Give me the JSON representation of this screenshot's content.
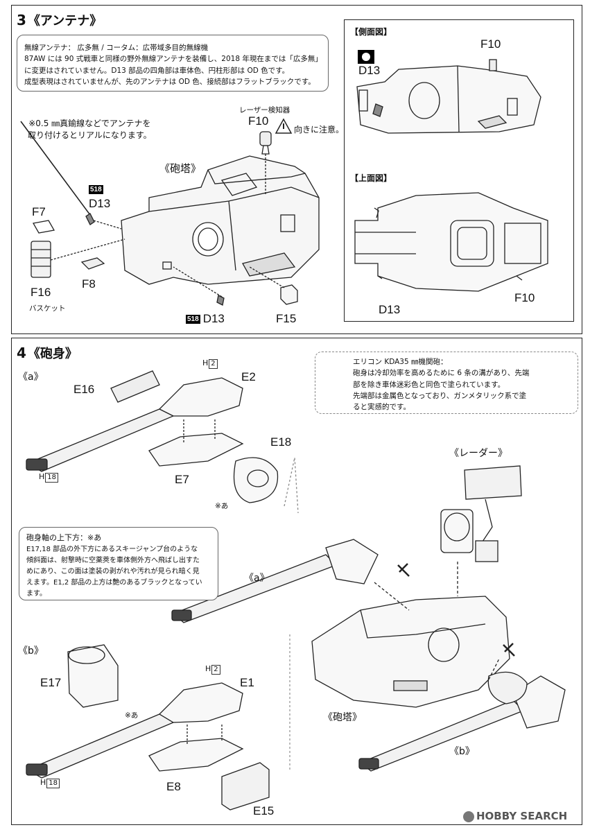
{
  "step3": {
    "number": "3",
    "title": "《アンテナ》",
    "note_lines": [
      "無線アンテナ：  広多無 / コータム：広帯域多目的無線機",
      "87AW には 90 式戦車と同様の野外無線アンテナを装備し、2018 年現在までは「広多無」",
      "に変更はされていません。D13 部品の四角部は車体色、円柱形部は OD 色です。",
      "成型表現はされていませんが、先のアンテナは OD 色、接続部はフラットブラックです。"
    ],
    "wire_note_lines": [
      "※0.5 ㎜真鍮線などでアンテナを",
      "取り付けるとリアルになります。"
    ],
    "turret_label": "《砲塔》",
    "laser_note": "レーザー検知器",
    "caution_text": "向きに注意。",
    "paint_code": "518",
    "parts": {
      "f10": "F10",
      "d13": "D13",
      "f7": "F7",
      "f16": "F16",
      "f16_sub": "バスケット",
      "f8": "F8",
      "d13_lower": "D13",
      "f15": "F15"
    },
    "side_view": {
      "title": "【側面図】",
      "d13": "D13",
      "f10": "F10"
    },
    "top_view": {
      "title": "【上面図】",
      "d13": "D13",
      "f10": "F10"
    }
  },
  "step4": {
    "number": "4",
    "title": "《砲身》",
    "oerlikon_note": {
      "title": "エリコン KDA35 ㎜機関砲：",
      "lines": [
        "砲身は冷却効率を高めるために 6 条の溝があり、先端",
        "部を除き車体迷彩色と同色で塗られています。",
        "先端部は金属色となっており、ガンメタリック系で塗",
        "ると実感的です。"
      ]
    },
    "section_a_label": "《a》",
    "section_b_label": "《b》",
    "part_a": {
      "e16": "E16",
      "h": "H",
      "h_top_num": "2",
      "e2": "E2",
      "e18": "E18",
      "e7": "E7",
      "h_bottom_num": "18",
      "mark": "※あ"
    },
    "part_b": {
      "e17": "E17",
      "h": "H",
      "h_top_num": "2",
      "e1": "E1",
      "e8": "E8",
      "e15": "E15",
      "h_bottom_num": "18",
      "mark": "※あ"
    },
    "gun_note": {
      "title": "砲身軸の上下方：※あ",
      "lines": [
        "E17,18 部品の外下方にあるスキージャンプ台のような",
        "傾斜面は、射撃時に空薬莢を車体側外方へ飛ばし出すた",
        "めにあり、この面は塗装の剥がれや汚れが見られ暗く見",
        "えます。E1,2 部品の上方は艶のあるブラックとなってい",
        "ます。"
      ]
    },
    "radar_label": "《レーダー》",
    "turret_label": "《砲塔》",
    "assembly_a_label": "《a》",
    "assembly_b_label": "《b》"
  },
  "watermark": "HOBBY SEARCH"
}
